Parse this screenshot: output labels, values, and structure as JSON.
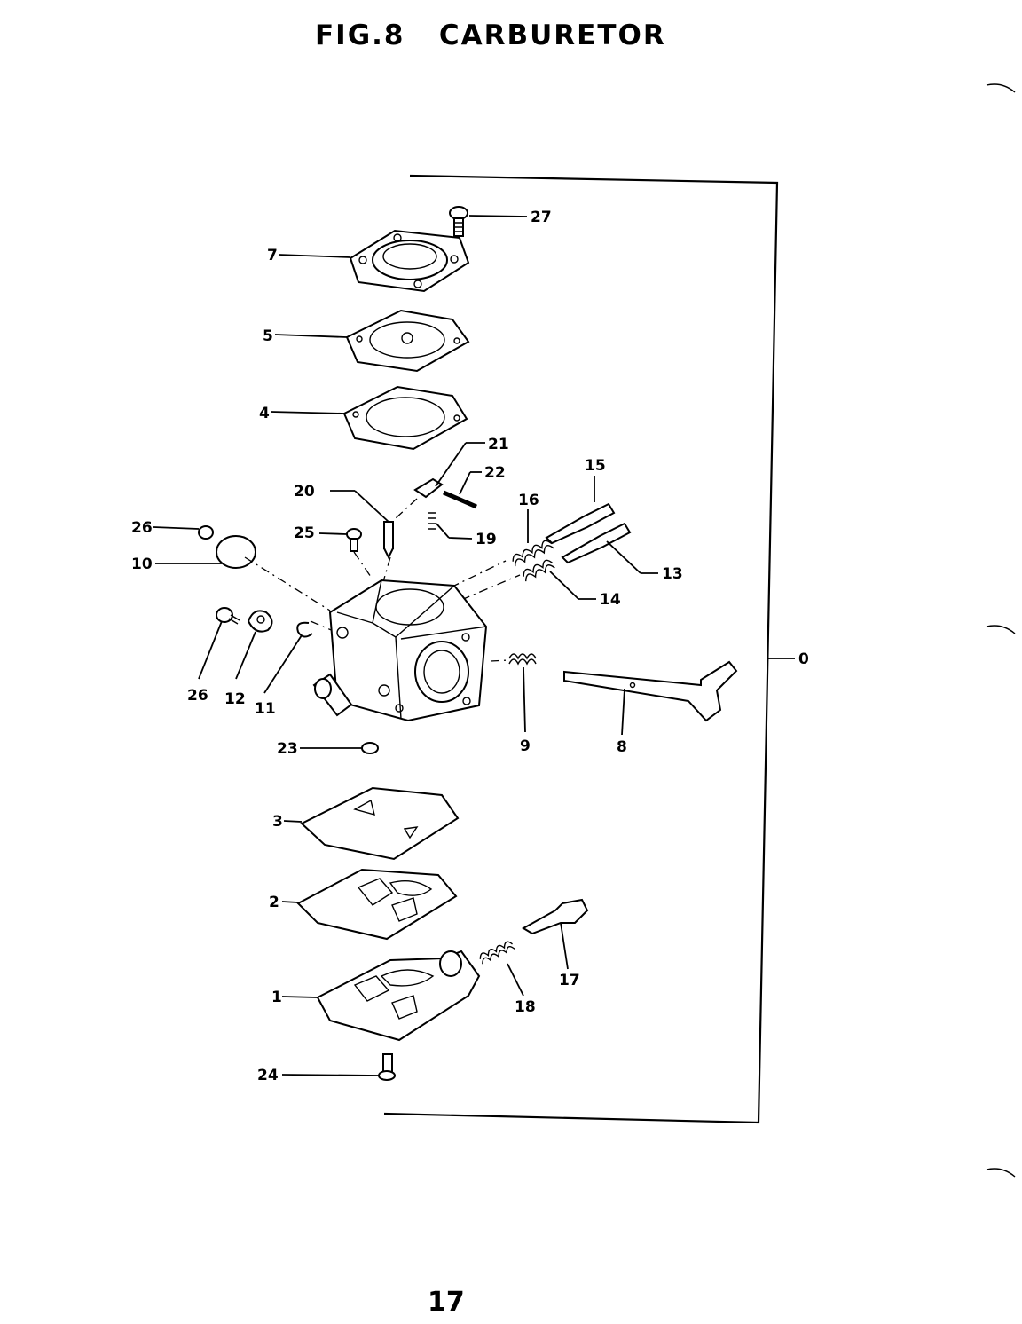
{
  "title": "FIG.8   CARBURETOR",
  "page_number": "17",
  "callouts": {
    "c0": "0",
    "c1": "1",
    "c2": "2",
    "c3": "3",
    "c4": "4",
    "c5": "5",
    "c7": "7",
    "c8": "8",
    "c9": "9",
    "c10": "10",
    "c11": "11",
    "c12": "12",
    "c13": "13",
    "c14": "14",
    "c15": "15",
    "c16": "16",
    "c17": "17",
    "c18": "18",
    "c19": "19",
    "c20": "20",
    "c21": "21",
    "c22": "22",
    "c23": "23",
    "c24": "24",
    "c25": "25",
    "c26a": "26",
    "c26b": "26",
    "c27": "27"
  }
}
